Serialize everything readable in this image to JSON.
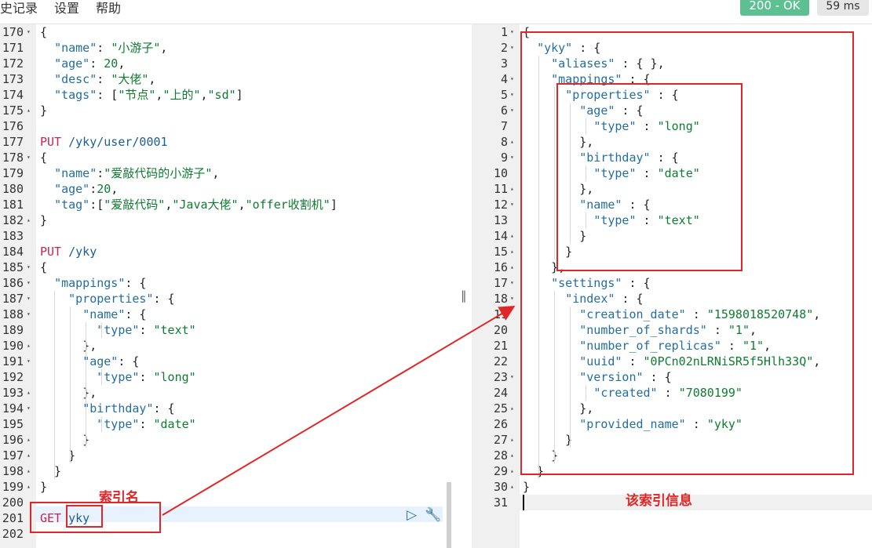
{
  "menu": [
    "史记录",
    "设置",
    "帮助"
  ],
  "response": {
    "status": "200 - OK",
    "time": "59 ms"
  },
  "left_lines": [
    {
      "n": "170",
      "f": "▾",
      "t": [
        [
          "p",
          "{"
        ]
      ]
    },
    {
      "n": "171",
      "t": [
        [
          "p",
          "  "
        ],
        [
          "k",
          "\"name\""
        ],
        [
          "p",
          ": "
        ],
        [
          "s",
          "\"小游子\""
        ],
        [
          "p",
          ","
        ]
      ]
    },
    {
      "n": "172",
      "t": [
        [
          "p",
          "  "
        ],
        [
          "k",
          "\"age\""
        ],
        [
          "p",
          ": "
        ],
        [
          "n",
          "20"
        ],
        [
          "p",
          ","
        ]
      ]
    },
    {
      "n": "173",
      "t": [
        [
          "p",
          "  "
        ],
        [
          "k",
          "\"desc\""
        ],
        [
          "p",
          ": "
        ],
        [
          "s",
          "\"大佬\""
        ],
        [
          "p",
          ","
        ]
      ]
    },
    {
      "n": "174",
      "t": [
        [
          "p",
          "  "
        ],
        [
          "k",
          "\"tags\""
        ],
        [
          "p",
          ": ["
        ],
        [
          "s",
          "\"节点\""
        ],
        [
          "p",
          ","
        ],
        [
          "s",
          "\"上的\""
        ],
        [
          "p",
          ","
        ],
        [
          "s",
          "\"sd\""
        ],
        [
          "p",
          "]"
        ]
      ]
    },
    {
      "n": "175",
      "f": "▴",
      "t": [
        [
          "p",
          "}"
        ]
      ]
    },
    {
      "n": "176",
      "t": []
    },
    {
      "n": "177",
      "t": [
        [
          "m",
          "PUT"
        ],
        [
          "p",
          " "
        ],
        [
          "u",
          "/yky/user/0001"
        ]
      ]
    },
    {
      "n": "178",
      "f": "▾",
      "t": [
        [
          "p",
          "{"
        ]
      ]
    },
    {
      "n": "179",
      "t": [
        [
          "p",
          "  "
        ],
        [
          "k",
          "\"name\""
        ],
        [
          "p",
          ":"
        ],
        [
          "s",
          "\"爱敲代码的小游子\""
        ],
        [
          "p",
          ","
        ]
      ]
    },
    {
      "n": "180",
      "t": [
        [
          "p",
          "  "
        ],
        [
          "k",
          "\"age\""
        ],
        [
          "p",
          ":"
        ],
        [
          "n",
          "20"
        ],
        [
          "p",
          ","
        ]
      ]
    },
    {
      "n": "181",
      "t": [
        [
          "p",
          "  "
        ],
        [
          "k",
          "\"tag\""
        ],
        [
          "p",
          ":["
        ],
        [
          "s",
          "\"爱敲代码\""
        ],
        [
          "p",
          ","
        ],
        [
          "s",
          "\"Java大佬\""
        ],
        [
          "p",
          ","
        ],
        [
          "s",
          "\"offer收割机\""
        ],
        [
          "p",
          "]"
        ]
      ]
    },
    {
      "n": "182",
      "f": "▴",
      "t": [
        [
          "p",
          "}"
        ]
      ]
    },
    {
      "n": "183",
      "t": []
    },
    {
      "n": "184",
      "t": [
        [
          "m",
          "PUT"
        ],
        [
          "p",
          " "
        ],
        [
          "u",
          "/yky"
        ]
      ]
    },
    {
      "n": "185",
      "f": "▾",
      "t": [
        [
          "p",
          "{"
        ]
      ]
    },
    {
      "n": "186",
      "f": "▾",
      "t": [
        [
          "p",
          "  "
        ],
        [
          "k",
          "\"mappings\""
        ],
        [
          "p",
          ": {"
        ]
      ]
    },
    {
      "n": "187",
      "f": "▾",
      "t": [
        [
          "p",
          "    "
        ],
        [
          "k",
          "\"properties\""
        ],
        [
          "p",
          ": {"
        ]
      ]
    },
    {
      "n": "188",
      "f": "▾",
      "t": [
        [
          "p",
          "      "
        ],
        [
          "k",
          "\"name\""
        ],
        [
          "p",
          ": {"
        ]
      ]
    },
    {
      "n": "189",
      "t": [
        [
          "p",
          "        "
        ],
        [
          "k",
          "\"type\""
        ],
        [
          "p",
          ": "
        ],
        [
          "s",
          "\"text\""
        ]
      ]
    },
    {
      "n": "190",
      "f": "▴",
      "t": [
        [
          "p",
          "      },"
        ]
      ]
    },
    {
      "n": "191",
      "f": "▾",
      "t": [
        [
          "p",
          "      "
        ],
        [
          "k",
          "\"age\""
        ],
        [
          "p",
          ": {"
        ]
      ]
    },
    {
      "n": "192",
      "t": [
        [
          "p",
          "        "
        ],
        [
          "k",
          "\"type\""
        ],
        [
          "p",
          ": "
        ],
        [
          "s",
          "\"long\""
        ]
      ]
    },
    {
      "n": "193",
      "f": "▴",
      "t": [
        [
          "p",
          "      },"
        ]
      ]
    },
    {
      "n": "194",
      "f": "▾",
      "t": [
        [
          "p",
          "      "
        ],
        [
          "k",
          "\"birthday\""
        ],
        [
          "p",
          ": {"
        ]
      ]
    },
    {
      "n": "195",
      "t": [
        [
          "p",
          "        "
        ],
        [
          "k",
          "\"type\""
        ],
        [
          "p",
          ": "
        ],
        [
          "s",
          "\"date\""
        ]
      ]
    },
    {
      "n": "196",
      "f": "▴",
      "t": [
        [
          "p",
          "      }"
        ]
      ]
    },
    {
      "n": "197",
      "f": "▴",
      "t": [
        [
          "p",
          "    }"
        ]
      ]
    },
    {
      "n": "198",
      "f": "▴",
      "t": [
        [
          "p",
          "  }"
        ]
      ]
    },
    {
      "n": "199",
      "f": "▴",
      "t": [
        [
          "p",
          "}"
        ]
      ]
    },
    {
      "n": "200",
      "t": []
    },
    {
      "n": "201",
      "t": [
        [
          "m",
          "GET"
        ],
        [
          "p",
          " "
        ],
        [
          "u",
          "yky"
        ]
      ]
    },
    {
      "n": "202",
      "t": []
    }
  ],
  "right_lines": [
    {
      "n": "1",
      "f": "▾",
      "t": [
        [
          "p",
          "{"
        ]
      ]
    },
    {
      "n": "2",
      "f": "▾",
      "t": [
        [
          "p",
          "  "
        ],
        [
          "k",
          "\"yky\""
        ],
        [
          "p",
          " : {"
        ]
      ]
    },
    {
      "n": "3",
      "t": [
        [
          "p",
          "    "
        ],
        [
          "k",
          "\"aliases\""
        ],
        [
          "p",
          " : { },"
        ]
      ]
    },
    {
      "n": "4",
      "f": "▾",
      "t": [
        [
          "p",
          "    "
        ],
        [
          "k",
          "\"mappings\""
        ],
        [
          "p",
          " : {"
        ]
      ]
    },
    {
      "n": "5",
      "f": "▾",
      "t": [
        [
          "p",
          "      "
        ],
        [
          "k",
          "\"properties\""
        ],
        [
          "p",
          " : {"
        ]
      ]
    },
    {
      "n": "6",
      "f": "▾",
      "t": [
        [
          "p",
          "        "
        ],
        [
          "k",
          "\"age\""
        ],
        [
          "p",
          " : {"
        ]
      ]
    },
    {
      "n": "7",
      "t": [
        [
          "p",
          "          "
        ],
        [
          "k",
          "\"type\""
        ],
        [
          "p",
          " : "
        ],
        [
          "s",
          "\"long\""
        ]
      ]
    },
    {
      "n": "8",
      "f": "▴",
      "t": [
        [
          "p",
          "        },"
        ]
      ]
    },
    {
      "n": "9",
      "f": "▾",
      "t": [
        [
          "p",
          "        "
        ],
        [
          "k",
          "\"birthday\""
        ],
        [
          "p",
          " : {"
        ]
      ]
    },
    {
      "n": "10",
      "t": [
        [
          "p",
          "          "
        ],
        [
          "k",
          "\"type\""
        ],
        [
          "p",
          " : "
        ],
        [
          "s",
          "\"date\""
        ]
      ]
    },
    {
      "n": "11",
      "f": "▴",
      "t": [
        [
          "p",
          "        },"
        ]
      ]
    },
    {
      "n": "12",
      "f": "▾",
      "t": [
        [
          "p",
          "        "
        ],
        [
          "k",
          "\"name\""
        ],
        [
          "p",
          " : {"
        ]
      ]
    },
    {
      "n": "13",
      "t": [
        [
          "p",
          "          "
        ],
        [
          "k",
          "\"type\""
        ],
        [
          "p",
          " : "
        ],
        [
          "s",
          "\"text\""
        ]
      ]
    },
    {
      "n": "14",
      "f": "▴",
      "t": [
        [
          "p",
          "        }"
        ]
      ]
    },
    {
      "n": "15",
      "f": "▴",
      "t": [
        [
          "p",
          "      }"
        ]
      ]
    },
    {
      "n": "16",
      "f": "▴",
      "t": [
        [
          "p",
          "    },"
        ]
      ]
    },
    {
      "n": "17",
      "f": "▾",
      "t": [
        [
          "p",
          "    "
        ],
        [
          "k",
          "\"settings\""
        ],
        [
          "p",
          " : {"
        ]
      ]
    },
    {
      "n": "18",
      "f": "▾",
      "t": [
        [
          "p",
          "      "
        ],
        [
          "k",
          "\"index\""
        ],
        [
          "p",
          " : {"
        ]
      ]
    },
    {
      "n": "19",
      "t": [
        [
          "p",
          "        "
        ],
        [
          "k",
          "\"creation_date\""
        ],
        [
          "p",
          " : "
        ],
        [
          "s",
          "\"1598018520748\""
        ],
        [
          "p",
          ","
        ]
      ]
    },
    {
      "n": "20",
      "t": [
        [
          "p",
          "        "
        ],
        [
          "k",
          "\"number_of_shards\""
        ],
        [
          "p",
          " : "
        ],
        [
          "s",
          "\"1\""
        ],
        [
          "p",
          ","
        ]
      ]
    },
    {
      "n": "21",
      "t": [
        [
          "p",
          "        "
        ],
        [
          "k",
          "\"number_of_replicas\""
        ],
        [
          "p",
          " : "
        ],
        [
          "s",
          "\"1\""
        ],
        [
          "p",
          ","
        ]
      ]
    },
    {
      "n": "22",
      "t": [
        [
          "p",
          "        "
        ],
        [
          "k",
          "\"uuid\""
        ],
        [
          "p",
          " : "
        ],
        [
          "s",
          "\"0PCn02nLRNiSR5f5Hlh33Q\""
        ],
        [
          "p",
          ","
        ]
      ]
    },
    {
      "n": "23",
      "f": "▾",
      "t": [
        [
          "p",
          "        "
        ],
        [
          "k",
          "\"version\""
        ],
        [
          "p",
          " : {"
        ]
      ]
    },
    {
      "n": "24",
      "t": [
        [
          "p",
          "          "
        ],
        [
          "k",
          "\"created\""
        ],
        [
          "p",
          " : "
        ],
        [
          "s",
          "\"7080199\""
        ]
      ]
    },
    {
      "n": "25",
      "f": "▴",
      "t": [
        [
          "p",
          "        },"
        ]
      ]
    },
    {
      "n": "26",
      "t": [
        [
          "p",
          "        "
        ],
        [
          "k",
          "\"provided_name\""
        ],
        [
          "p",
          " : "
        ],
        [
          "s",
          "\"yky\""
        ]
      ]
    },
    {
      "n": "27",
      "f": "▴",
      "t": [
        [
          "p",
          "      }"
        ]
      ]
    },
    {
      "n": "28",
      "f": "▴",
      "t": [
        [
          "p",
          "    }"
        ]
      ]
    },
    {
      "n": "29",
      "f": "▴",
      "t": [
        [
          "p",
          "  }"
        ]
      ]
    },
    {
      "n": "30",
      "f": "▴",
      "t": [
        [
          "p",
          "}"
        ]
      ]
    },
    {
      "n": "31",
      "t": []
    }
  ],
  "annotations": {
    "index_name": "索引名",
    "index_info": "该索引信息"
  },
  "icons": {
    "run": "play-icon",
    "settings": "wrench-icon"
  },
  "colors": {
    "status_ok": "#5ec092",
    "annotation_red": "#e02626",
    "key_blue": "#236e9f",
    "string_green": "#0e7c2f",
    "method_magenta": "#c7254e"
  }
}
